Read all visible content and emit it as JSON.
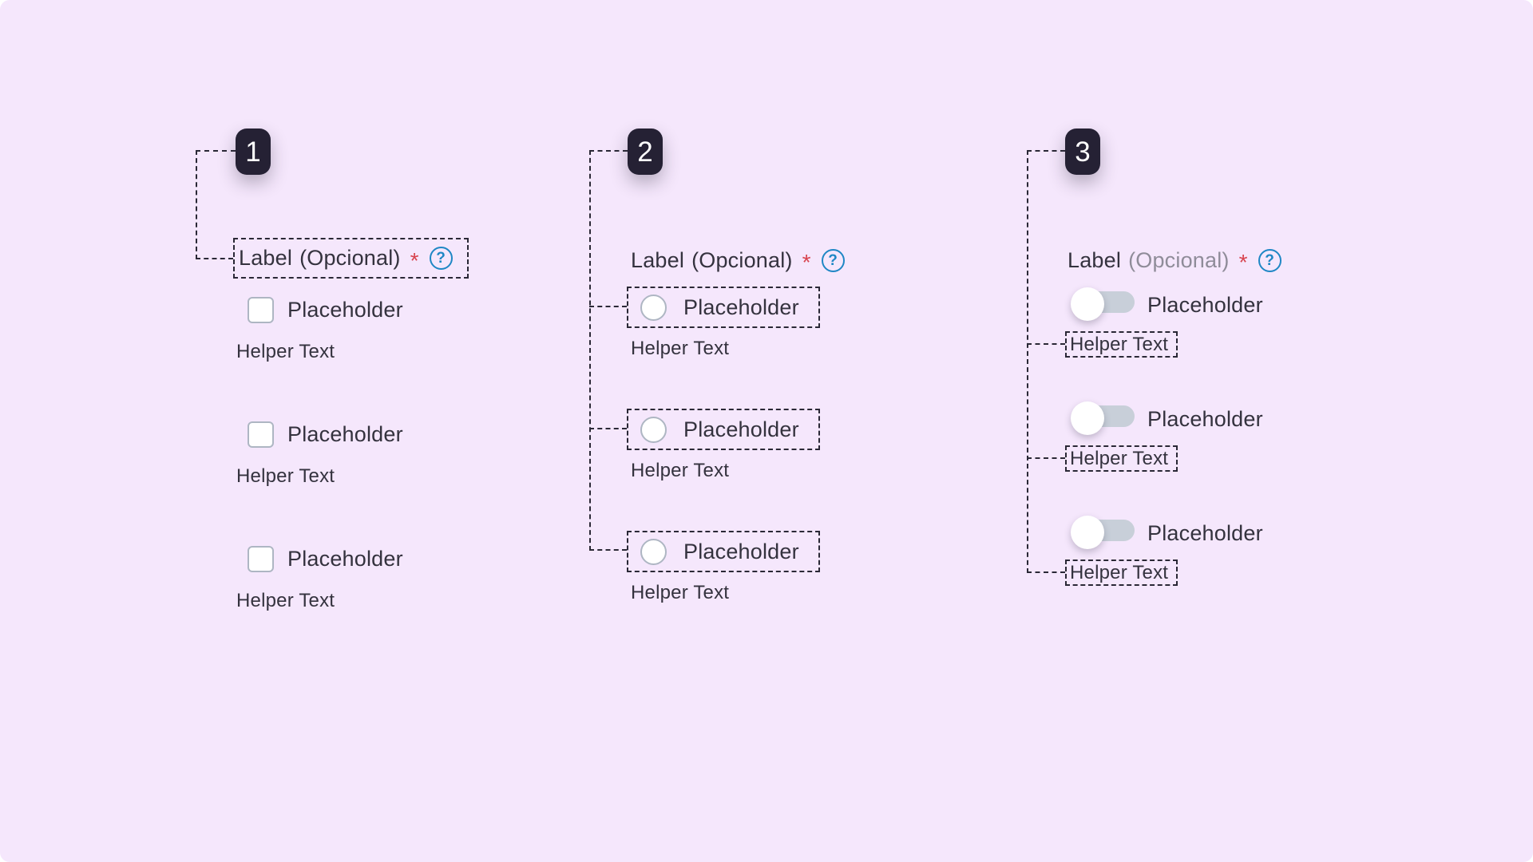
{
  "canvas": {
    "background": "#f5e7fc",
    "page_background": "#ffffff"
  },
  "colors": {
    "annotation_dash": "#2a2836",
    "badge_background": "#252134",
    "badge_text": "#ffffff",
    "text": "#34323e",
    "text_muted": "#8f8c99",
    "required_marker": "#d8434e",
    "help_icon_blue": "#1f87c5",
    "control_border": "#aeb6c3",
    "control_fill": "#ffffff",
    "toggle_track": "#c8cfd9"
  },
  "icons": {
    "help": "?"
  },
  "groups": [
    {
      "badge": "1",
      "control": "checkbox",
      "annotated_part": "label",
      "label": "Label",
      "optional": "(Opcional)",
      "required": "*",
      "items": [
        {
          "placeholder": "Placeholder",
          "helper": "Helper Text"
        },
        {
          "placeholder": "Placeholder",
          "helper": "Helper Text"
        },
        {
          "placeholder": "Placeholder",
          "helper": "Helper Text"
        }
      ]
    },
    {
      "badge": "2",
      "control": "radio",
      "annotated_part": "placeholder",
      "label": "Label",
      "optional": "(Opcional)",
      "required": "*",
      "items": [
        {
          "placeholder": "Placeholder",
          "helper": "Helper Text"
        },
        {
          "placeholder": "Placeholder",
          "helper": "Helper Text"
        },
        {
          "placeholder": "Placeholder",
          "helper": "Helper Text"
        }
      ]
    },
    {
      "badge": "3",
      "control": "toggle",
      "annotated_part": "helper-text",
      "label": "Label",
      "optional": "(Opcional)",
      "required": "*",
      "items": [
        {
          "placeholder": "Placeholder",
          "helper": "Helper Text"
        },
        {
          "placeholder": "Placeholder",
          "helper": "Helper Text"
        },
        {
          "placeholder": "Placeholder",
          "helper": "Helper Text"
        }
      ]
    }
  ]
}
